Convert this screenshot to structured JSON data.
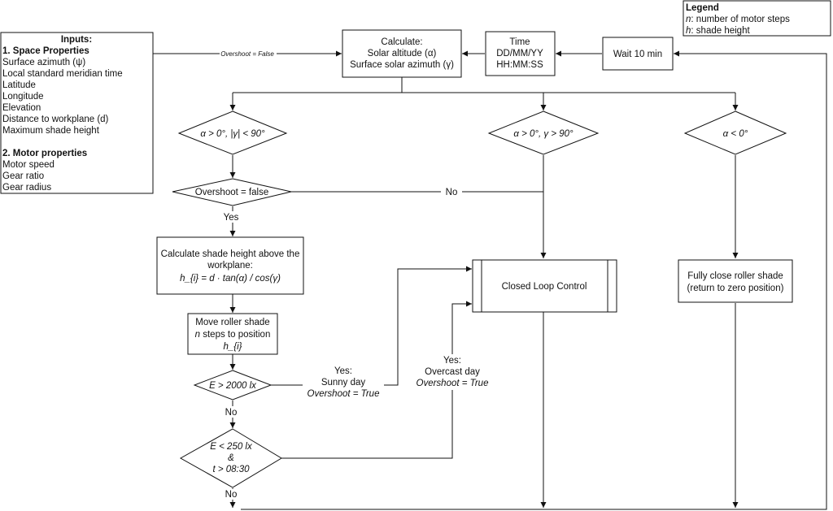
{
  "legend": {
    "title": "Legend",
    "n_sym": "n",
    "n_desc": ": number of motor steps",
    "h_sym": "h",
    "h_desc": ": shade height"
  },
  "inputs": {
    "title": "Inputs:",
    "space_heading": "1. Space Properties",
    "space_items": [
      "Surface azimuth (ψ)",
      "Local standard meridian time",
      "Latitude",
      "Longitude",
      "Elevation",
      "Distance to workplane (d)",
      "Maximum shade height"
    ],
    "motor_heading": "2. Motor properties",
    "motor_items": [
      "Motor speed",
      "Gear ratio",
      "Gear radius"
    ]
  },
  "edge_overshoot_false": "Overshoot = False",
  "calculate": {
    "line1": "Calculate:",
    "line2": "Solar altitude (α)",
    "line3": "Surface solar azimuth (γ)"
  },
  "time": {
    "line1": "Time",
    "line2": "DD/MM/YY",
    "line3": "HH:MM:SS"
  },
  "wait": "Wait 10 min",
  "decisions": {
    "d1": "α > 0°, |γ| < 90°",
    "d2": "α > 0°, γ > 90°",
    "d3": "α < 0°",
    "overshoot": "Overshoot = false",
    "lux1": "E > 2000 lx",
    "lux2_line1": "E < 250 lx",
    "lux2_line2": "&",
    "lux2_line3": "t > 08:30"
  },
  "labels": {
    "no1": "No",
    "yes1": "Yes",
    "no2": "No",
    "no3": "No",
    "sunny_line1": "Yes:",
    "sunny_line2": "Sunny day",
    "sunny_line3": "Overshoot = True",
    "overcast_line1": "Yes:",
    "overcast_line2": "Overcast day",
    "overcast_line3": "Overshoot = True"
  },
  "calc_shade": {
    "line1": "Calculate shade height above the",
    "line2": "workplane:",
    "line3": "h_{i} = d · tan(α) / cos(γ)"
  },
  "move": {
    "line1": "Move roller shade",
    "line2": "n steps to position",
    "line3": "h_{i}"
  },
  "closed_loop": "Closed Loop Control",
  "fully_close": {
    "line1": "Fully close roller shade",
    "line2": "(return to zero position)"
  }
}
